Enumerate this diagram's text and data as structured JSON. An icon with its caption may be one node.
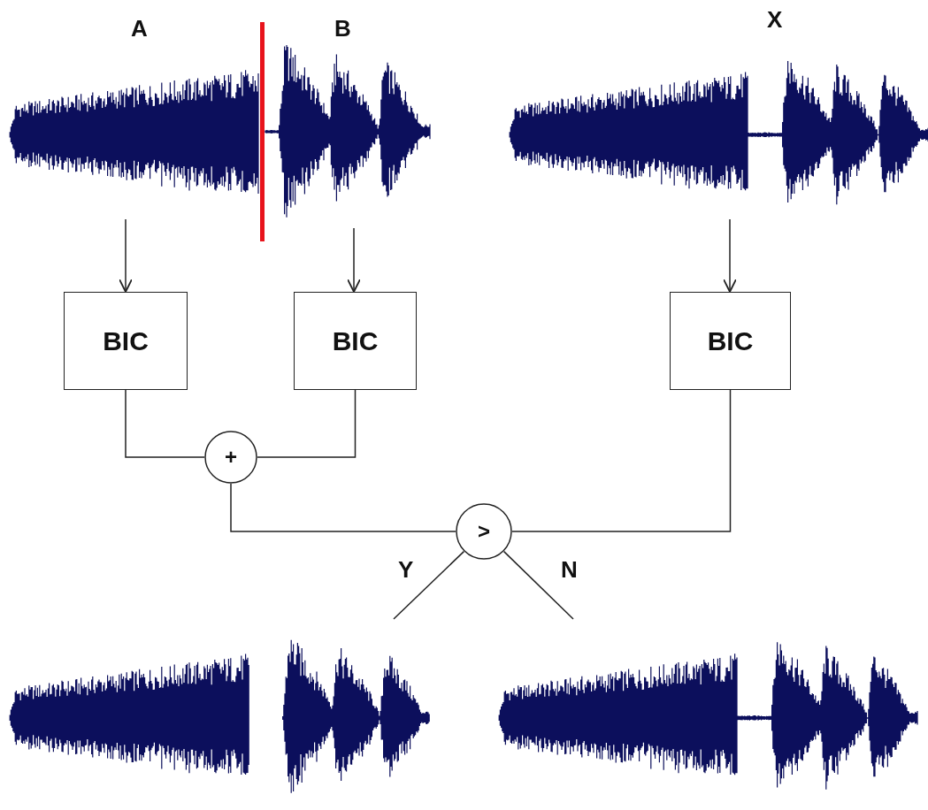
{
  "diagram": {
    "nodes": [
      {
        "text": [
          "A"
        ]
      },
      {
        "text": [
          "B"
        ]
      },
      {
        "text": [
          "X"
        ]
      },
      {
        "text": [
          "BIC"
        ]
      },
      {
        "text": [
          "BIC"
        ]
      },
      {
        "text": [
          "BIC"
        ]
      },
      {
        "text": [
          "+"
        ]
      },
      {
        "text": [
          ">"
        ]
      },
      {
        "text": [],
        "shape": "picture"
      },
      {
        "text": [],
        "shape": "picture"
      }
    ],
    "edges": [
      {
        "from": 0,
        "to": 3,
        "arrow": "to"
      },
      {
        "from": 1,
        "to": 4,
        "arrow": "to"
      },
      {
        "from": 2,
        "to": 5,
        "arrow": "to"
      },
      {
        "from": 3,
        "to": 6,
        "arrow": "none"
      },
      {
        "from": 4,
        "to": 6,
        "arrow": "none"
      },
      {
        "from": 6,
        "to": 7,
        "arrow": "none"
      },
      {
        "from": 5,
        "to": 7,
        "arrow": "none"
      },
      {
        "from": 7,
        "to": 8,
        "label": "Y",
        "arrow": "none"
      },
      {
        "from": 7,
        "to": 9,
        "label": "N",
        "arrow": "none"
      }
    ]
  }
}
